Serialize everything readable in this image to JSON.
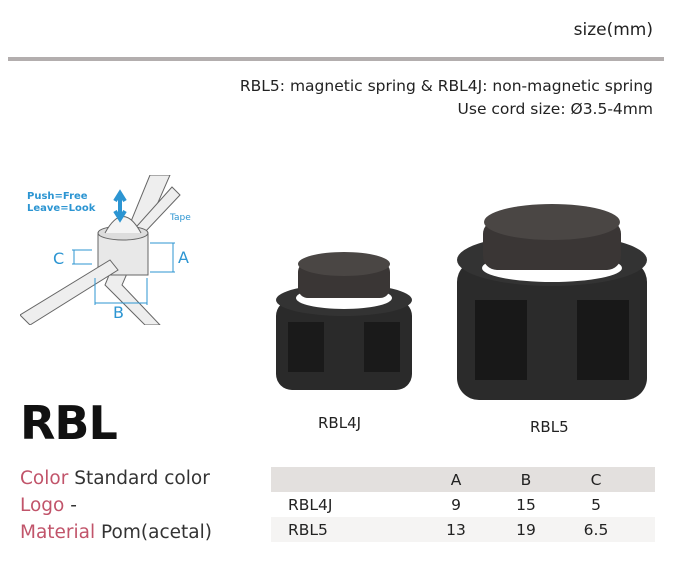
{
  "header": {
    "unit": "size(mm)"
  },
  "notes": [
    "RBL5: magnetic spring & RBL4J: non-magnetic spring",
    "Use cord size: Ø3.5-4mm"
  ],
  "diagram": {
    "push_label": "Push=Free",
    "leave_label": "Leave=Look",
    "tape_label": "Tape",
    "dim_a": "A",
    "dim_b": "B",
    "dim_c": "C"
  },
  "products": [
    {
      "caption": "RBL4J"
    },
    {
      "caption": "RBL5"
    }
  ],
  "title": "RBL",
  "specs": [
    {
      "key": "Color",
      "value": "Standard color"
    },
    {
      "key": "Logo",
      "value": "-"
    },
    {
      "key": "Material",
      "value": "Pom(acetal)"
    }
  ],
  "table": {
    "columns": [
      "",
      "A",
      "B",
      "C"
    ],
    "rows": [
      [
        "RBL4J",
        "9",
        "15",
        "5"
      ],
      [
        "RBL5",
        "13",
        "19",
        "6.5"
      ]
    ]
  },
  "colors": {
    "accent": "#c1546a",
    "diagram": "#2c95d2",
    "header_bg": "#e3e0de"
  }
}
